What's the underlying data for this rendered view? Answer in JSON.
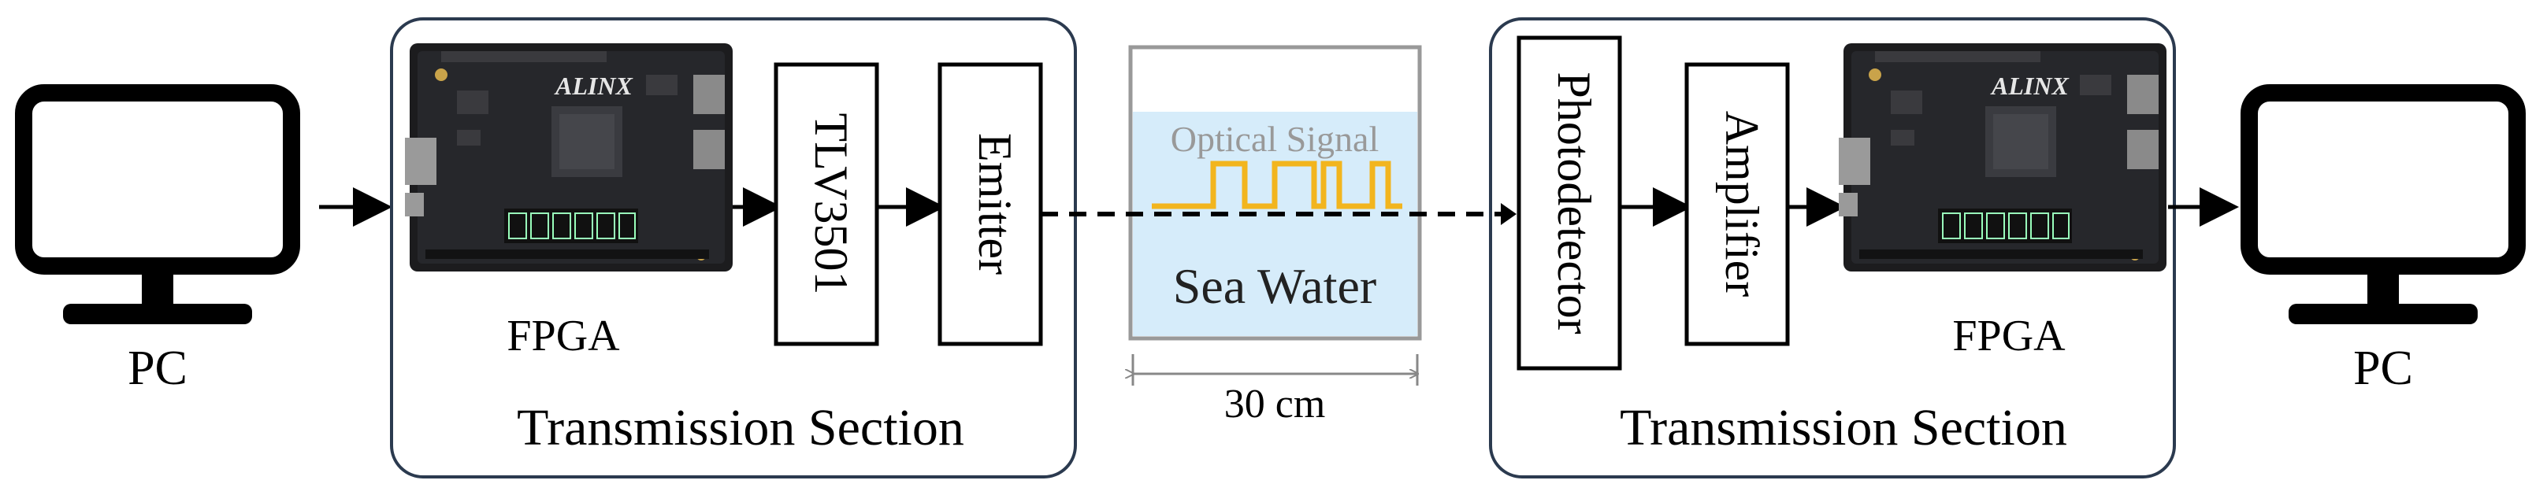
{
  "left_pc": {
    "label": "PC",
    "icon": "monitor-icon"
  },
  "transmitter": {
    "section_label": "Transmission Section",
    "fpga_label": "FPGA",
    "board_brand": "ALINX",
    "blocks": [
      "TLV3501",
      "Emitter"
    ]
  },
  "channel": {
    "signal_label": "Optical Signal",
    "medium_label": "Sea Water",
    "distance_label": "30 cm",
    "water_color": "#d6ecfa",
    "signal_color": "#f2b51e",
    "border_color": "#999999"
  },
  "receiver": {
    "section_label": "Transmission Section",
    "fpga_label": "FPGA",
    "board_brand": "ALINX",
    "blocks": [
      "Photodetector",
      "Amplifier"
    ]
  },
  "right_pc": {
    "label": "PC",
    "icon": "monitor-icon"
  },
  "colors": {
    "section_border": "#2b3a4f",
    "board": "#1c1c1e",
    "arrow": "#000000"
  }
}
